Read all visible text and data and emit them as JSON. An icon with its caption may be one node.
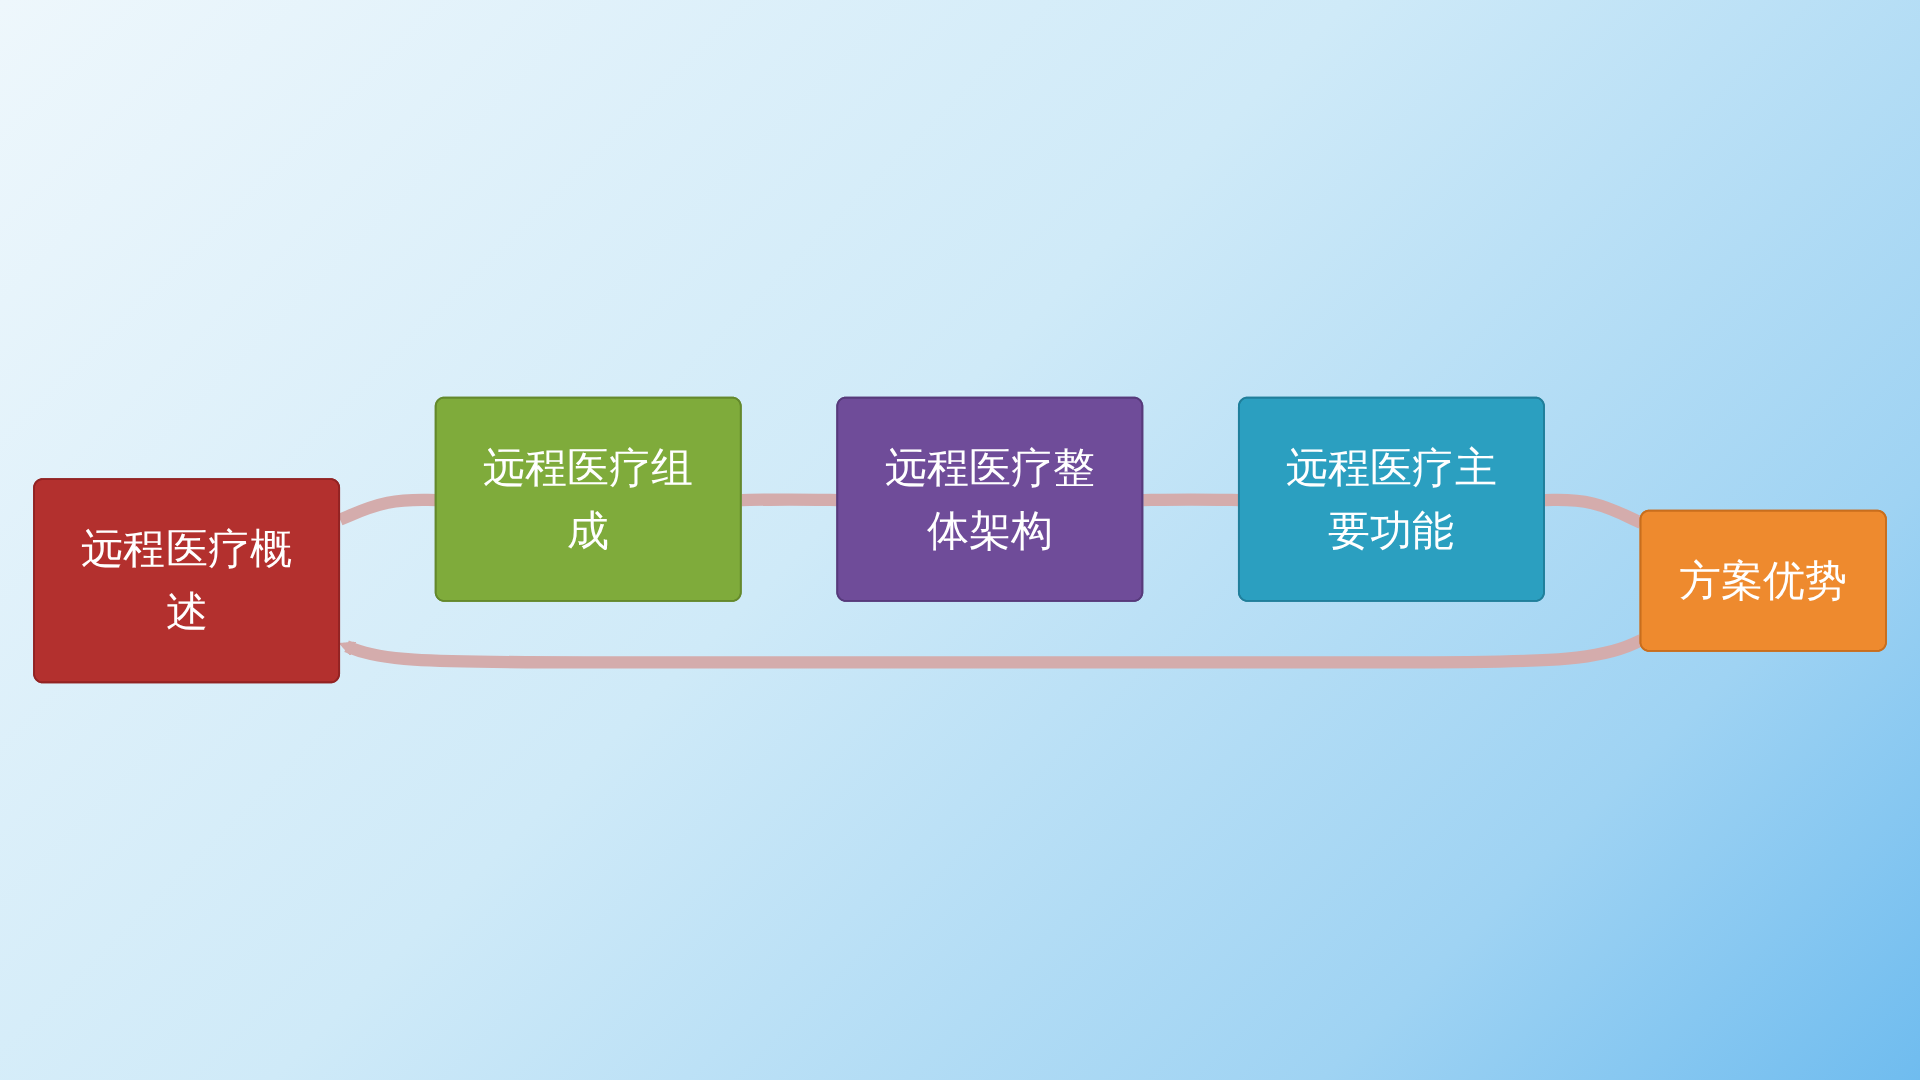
{
  "diagram": {
    "nodes": [
      {
        "text": [
          "远程医疗概述"
        ]
      },
      {
        "text": [
          "远程医疗组成"
        ]
      },
      {
        "text": [
          "远程医疗整体架构"
        ]
      },
      {
        "text": [
          "远程医疗主要功能"
        ]
      },
      {
        "text": [
          "方案优势"
        ]
      }
    ],
    "edges": [
      {
        "from": 0,
        "to": 1,
        "arrow": "none"
      },
      {
        "from": 1,
        "to": 2,
        "arrow": "none"
      },
      {
        "from": 2,
        "to": 3,
        "arrow": "none"
      },
      {
        "from": 3,
        "to": 4,
        "arrow": "none"
      },
      {
        "from": 4,
        "to": 0,
        "arrow": "to"
      }
    ]
  }
}
